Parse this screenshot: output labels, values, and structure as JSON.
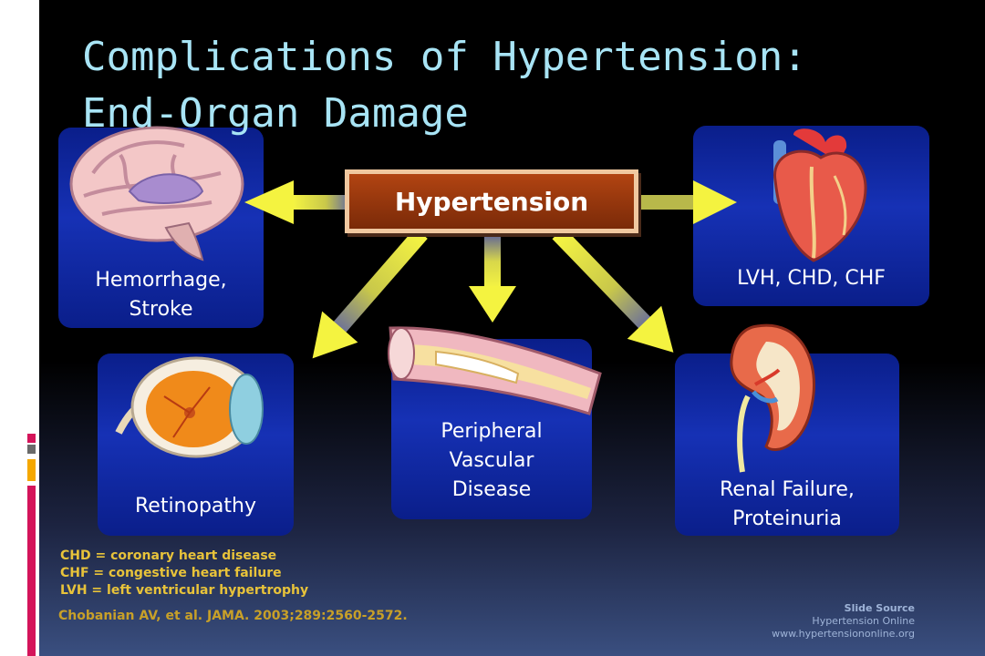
{
  "slide": {
    "title_line1": "Complications of Hypertension:",
    "title_line2": "End-Organ Damage",
    "center_label": "Hypertension",
    "panels": {
      "brain_label_1": "Hemorrhage,",
      "brain_label_2": "Stroke",
      "heart_label": "LVH, CHD, CHF",
      "eye_label": "Retinopathy",
      "vessel_label_1": "Peripheral",
      "vessel_label_2": "Vascular",
      "vessel_label_3": "Disease",
      "kidney_label_1": "Renal Failure,",
      "kidney_label_2": "Proteinuria"
    },
    "abbreviations": [
      "CHD = coronary heart disease",
      "CHF = congestive heart failure",
      "LVH = left ventricular hypertrophy"
    ],
    "citation": "Chobanian AV, et al. JAMA. 2003;289:2560-2572.",
    "source": {
      "heading": "Slide Source",
      "name": "Hypertension Online",
      "url": "www.hypertensiononline.org"
    }
  },
  "icons": [
    "brain-icon",
    "heart-icon",
    "eye-icon",
    "blood-vessel-icon",
    "kidney-icon"
  ],
  "colors": {
    "title": "#a8e4f5",
    "panel": "#1631b5",
    "center_box": "#9a3810",
    "arrow": "#f2f03a",
    "abbreviations": "#e8c33a"
  }
}
